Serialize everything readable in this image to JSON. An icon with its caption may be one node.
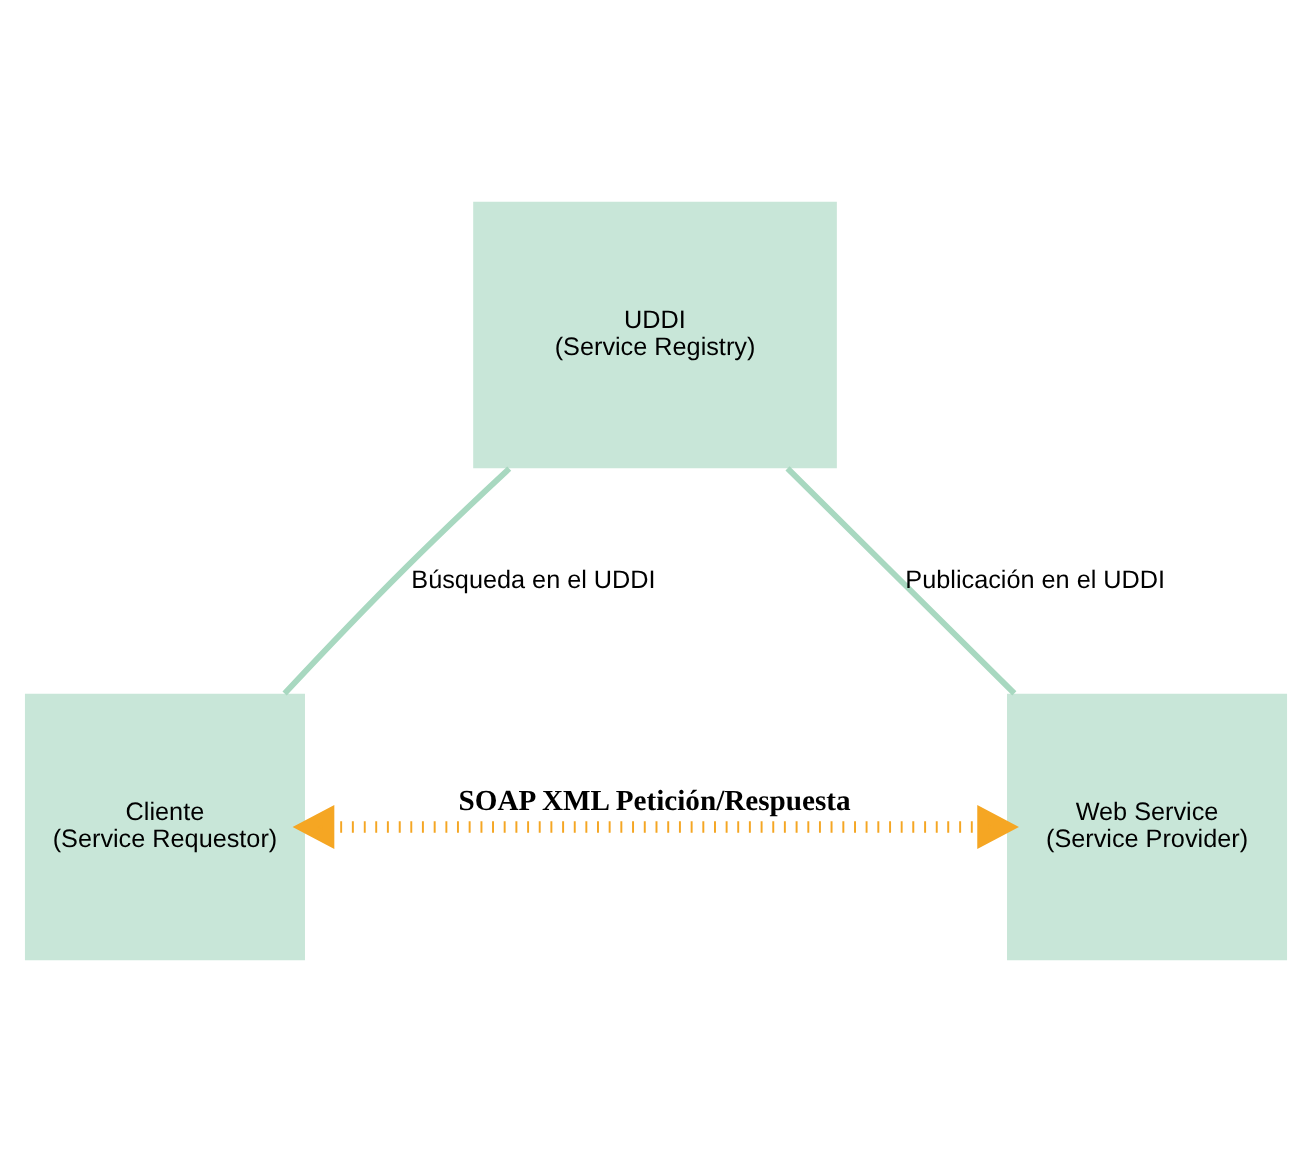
{
  "diagram": {
    "nodes": [
      {
        "text": [
          "UDDI",
          "(Service Registry)"
        ]
      },
      {
        "text": [
          "Cliente",
          "(Service Requestor)"
        ]
      },
      {
        "text": [
          "Web Service",
          "(Service Provider)"
        ]
      }
    ],
    "edges": [
      {
        "from": 0,
        "to": 1,
        "arrow": "none",
        "label": "Búsqueda en el UDDI"
      },
      {
        "from": 0,
        "to": 2,
        "arrow": "none",
        "label": "Publicación en el UDDI"
      },
      {
        "from": 1,
        "to": 2,
        "arrow": "both",
        "label": "SOAP XML Petición/Respuesta",
        "style": "dashed",
        "color": "#f5a623"
      }
    ]
  }
}
